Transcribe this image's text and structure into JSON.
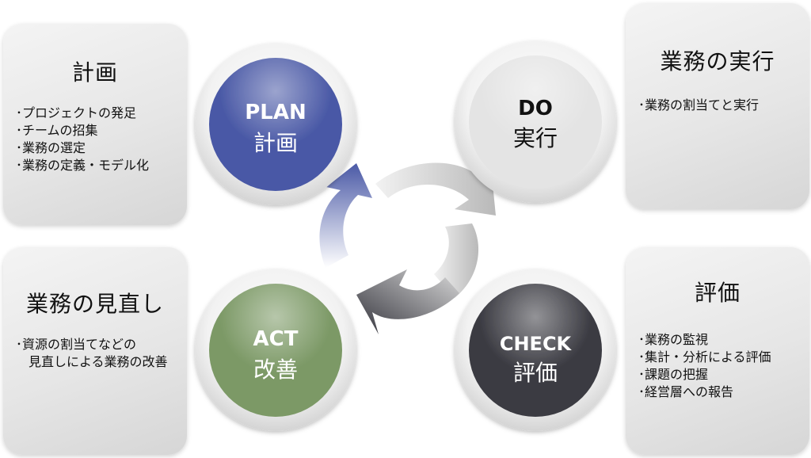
{
  "boxes": {
    "plan": {
      "title": "計画",
      "items": [
        "･プロジェクトの発足",
        "･チームの招集",
        "･業務の選定",
        "･業務の定義・モデル化"
      ]
    },
    "do": {
      "title": "業務の実行",
      "items": [
        "･業務の割当てと実行"
      ]
    },
    "act": {
      "title": "業務の見直し",
      "items": [
        "･資源の割当てなどの",
        "　見直しによる業務の改善"
      ]
    },
    "check": {
      "title": "評価",
      "items": [
        "･業務の監視",
        "･集計・分析による評価",
        "･課題の把握",
        "･経営層への報告"
      ]
    }
  },
  "circles": {
    "plan": {
      "en": "PLAN",
      "ja": "計画",
      "color": "#4a59a6",
      "text_color": "#ffffff"
    },
    "do": {
      "en": "DO",
      "ja": "実行",
      "color": "#e4e4e4",
      "text_color": "#111111"
    },
    "check": {
      "en": "CHECK",
      "ja": "評価",
      "color": "#3b3b42",
      "text_color": "#ffffff"
    },
    "act": {
      "en": "ACT",
      "ja": "改善",
      "color": "#7c9966",
      "text_color": "#ffffff"
    }
  },
  "cycle_colors": {
    "blue": "#4a59a6",
    "light": "#d0d0d0",
    "dark": "#3a3a44"
  }
}
